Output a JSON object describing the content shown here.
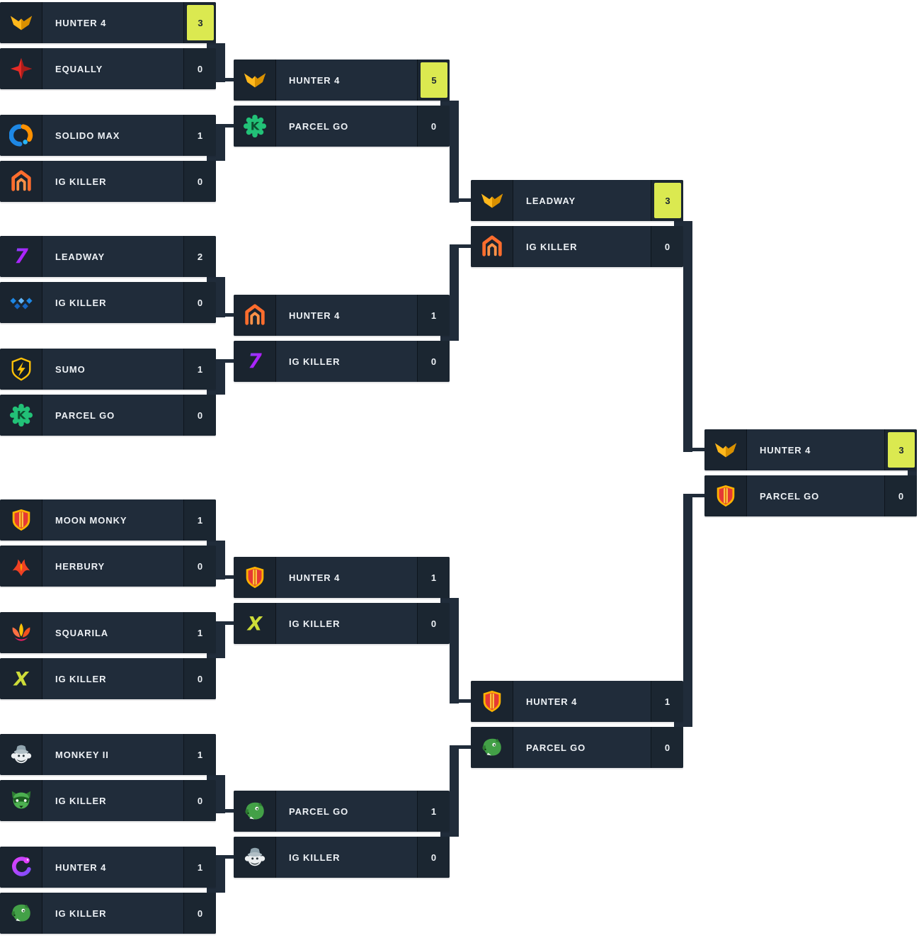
{
  "theme": {
    "card_bg": "#202c3a",
    "tile_bg": "#1a242f",
    "score_bg": "#1b2631",
    "text": "#edf1f5",
    "highlight_bg": "#dbe950",
    "highlight_text": "#1c2733",
    "connector": "#202c3a",
    "page_bg": "#ffffff"
  },
  "bracket": {
    "rounds": [
      {
        "id": "round-1",
        "matches": [
          {
            "teams": [
              {
                "name": "HUNTER 4",
                "score": "3",
                "logo": "gold-fox-icon",
                "highlight": true
              },
              {
                "name": "EQUALLY",
                "score": "0",
                "logo": "red-star-icon",
                "highlight": false
              }
            ]
          },
          {
            "teams": [
              {
                "name": "SOLIDO MAX",
                "score": "1",
                "logo": "solido-icon",
                "highlight": false
              },
              {
                "name": "IG KILLER",
                "score": "0",
                "logo": "orange-house-icon",
                "highlight": false
              }
            ]
          },
          {
            "teams": [
              {
                "name": "LEADWAY",
                "score": "2",
                "logo": "purple-seven-icon",
                "highlight": false
              },
              {
                "name": "IG KILLER",
                "score": "0",
                "logo": "blue-dots-icon",
                "highlight": false
              }
            ]
          },
          {
            "teams": [
              {
                "name": "SUMO",
                "score": "1",
                "logo": "sumo-badge-icon",
                "highlight": false
              },
              {
                "name": "PARCEL GO",
                "score": "0",
                "logo": "green-k-icon",
                "highlight": false
              }
            ]
          },
          {
            "teams": [
              {
                "name": "MOON MONKY",
                "score": "1",
                "logo": "red-shield-icon",
                "highlight": false
              },
              {
                "name": "HERBURY",
                "score": "0",
                "logo": "phoenix-icon",
                "highlight": false
              }
            ]
          },
          {
            "teams": [
              {
                "name": "SQUARILA",
                "score": "1",
                "logo": "lotus-icon",
                "highlight": false
              },
              {
                "name": "IG KILLER",
                "score": "0",
                "logo": "yellow-x-icon",
                "highlight": false
              }
            ]
          },
          {
            "teams": [
              {
                "name": "MONKEY II",
                "score": "1",
                "logo": "cowboy-monkey-icon",
                "highlight": false
              },
              {
                "name": "IG KILLER",
                "score": "0",
                "logo": "raccoon-icon",
                "highlight": false
              }
            ]
          },
          {
            "teams": [
              {
                "name": "HUNTER 4",
                "score": "1",
                "logo": "purple-snake-icon",
                "highlight": false
              },
              {
                "name": "IG KILLER",
                "score": "0",
                "logo": "green-boar-icon",
                "highlight": false
              }
            ]
          }
        ]
      },
      {
        "id": "round-2",
        "matches": [
          {
            "teams": [
              {
                "name": "HUNTER 4",
                "score": "5",
                "logo": "gold-fox-icon",
                "highlight": true
              },
              {
                "name": "PARCEL GO",
                "score": "0",
                "logo": "green-k-icon",
                "highlight": false
              }
            ]
          },
          {
            "teams": [
              {
                "name": "HUNTER 4",
                "score": "1",
                "logo": "orange-house-icon",
                "highlight": false
              },
              {
                "name": "IG KILLER",
                "score": "0",
                "logo": "purple-seven-icon",
                "highlight": false
              }
            ]
          },
          {
            "teams": [
              {
                "name": "HUNTER 4",
                "score": "1",
                "logo": "red-shield-icon",
                "highlight": false
              },
              {
                "name": "IG KILLER",
                "score": "0",
                "logo": "yellow-x-icon",
                "highlight": false
              }
            ]
          },
          {
            "teams": [
              {
                "name": "PARCEL GO",
                "score": "1",
                "logo": "green-boar-icon",
                "highlight": false
              },
              {
                "name": "IG KILLER",
                "score": "0",
                "logo": "cowboy-monkey-icon",
                "highlight": false
              }
            ]
          }
        ]
      },
      {
        "id": "round-3",
        "matches": [
          {
            "teams": [
              {
                "name": "LEADWAY",
                "score": "3",
                "logo": "gold-fox-icon",
                "highlight": true
              },
              {
                "name": "IG KILLER",
                "score": "0",
                "logo": "orange-house-icon",
                "highlight": false
              }
            ]
          },
          {
            "teams": [
              {
                "name": "HUNTER 4",
                "score": "1",
                "logo": "red-shield-icon",
                "highlight": false
              },
              {
                "name": "PARCEL GO",
                "score": "0",
                "logo": "green-boar-icon",
                "highlight": false
              }
            ]
          }
        ]
      },
      {
        "id": "final",
        "matches": [
          {
            "teams": [
              {
                "name": "HUNTER 4",
                "score": "3",
                "logo": "gold-fox-icon",
                "highlight": true
              },
              {
                "name": "PARCEL GO",
                "score": "0",
                "logo": "red-shield-icon",
                "highlight": false
              }
            ]
          }
        ]
      }
    ]
  }
}
